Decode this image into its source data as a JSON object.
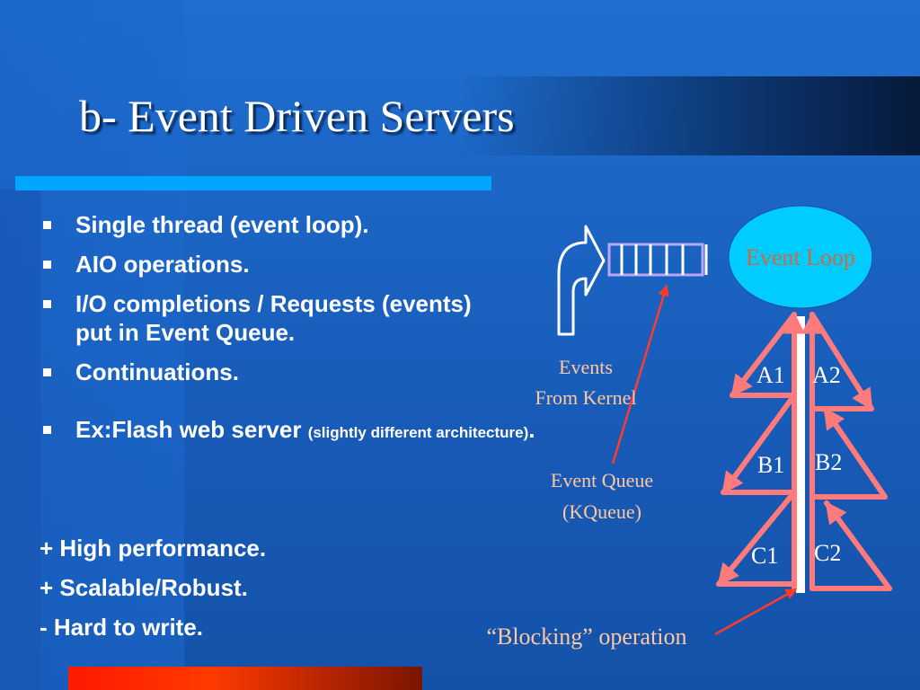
{
  "slide": {
    "title": "b- Event Driven Servers",
    "bullets": [
      {
        "text": "Single thread (event loop)."
      },
      {
        "text": "AIO operations."
      },
      {
        "text": "I/O completions / Requests (events) put in Event Queue."
      },
      {
        "text": "Continuations."
      }
    ],
    "example": {
      "main": "Ex:Flash web server ",
      "note": "(slightly different architecture)",
      "end": "."
    },
    "pros_cons": [
      "+ High performance.",
      "+ Scalable/Robust.",
      "- Hard to write."
    ]
  },
  "diagram": {
    "event_loop": "Event Loop",
    "events_from_kernel": [
      "Events",
      "From Kernel"
    ],
    "event_queue": [
      "Event Queue",
      "(KQueue)"
    ],
    "blocking": "“Blocking” operation",
    "nodes": [
      "A1",
      "A2",
      "B1",
      "B2",
      "C1",
      "C2"
    ]
  },
  "colors": {
    "background": "#1a5fbf",
    "accent_rule": "#00a6ff",
    "event_loop_fill": "#00ccff",
    "arrows": "#ff7a7a",
    "label_text": "#ffc8a0",
    "pointer_line": "#ff3b2a",
    "bottom_bar": "#ff2a00"
  }
}
